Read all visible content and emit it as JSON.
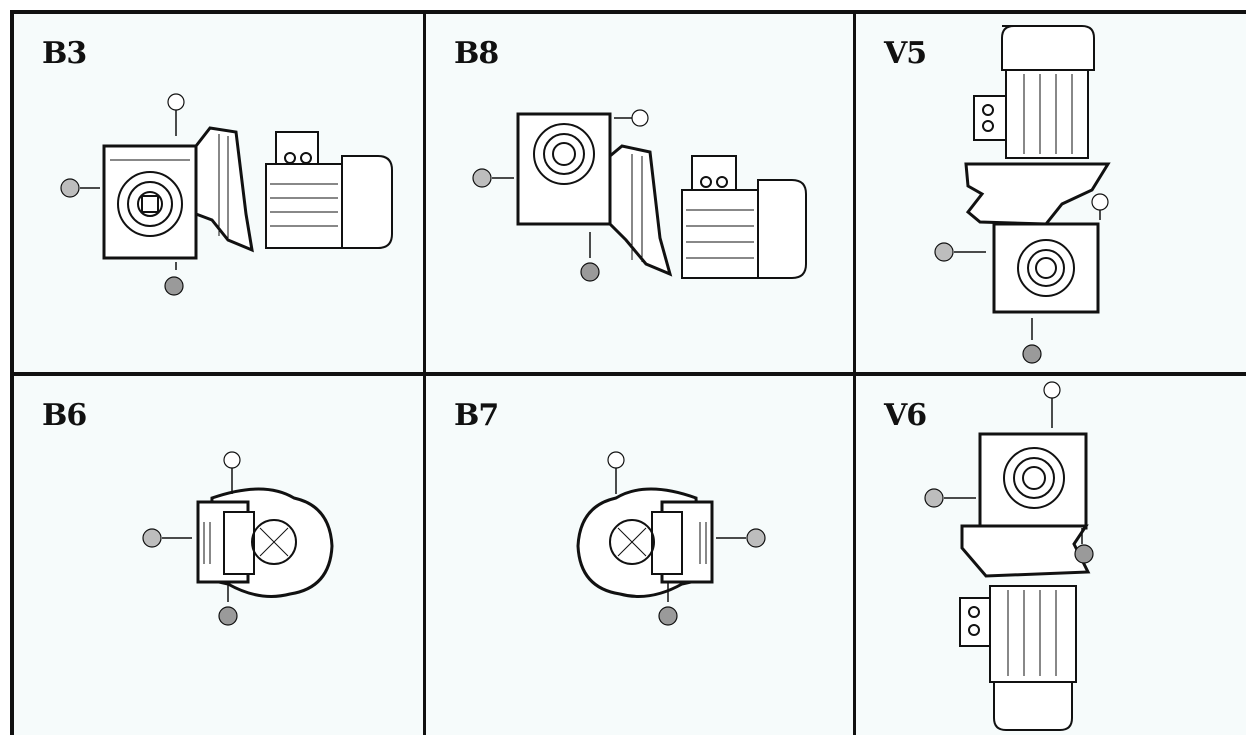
{
  "panels": [
    {
      "id": "B3",
      "label": "B3"
    },
    {
      "id": "B8",
      "label": "B8"
    },
    {
      "id": "V5",
      "label": "V5"
    },
    {
      "id": "B6",
      "label": "B6"
    },
    {
      "id": "B7",
      "label": "B7"
    },
    {
      "id": "V6",
      "label": "V6"
    }
  ],
  "legend": {
    "vent_plug": "open-circle-plug",
    "level_plug": "half-filled-plug",
    "drain_plug": "hatched-filled-plug"
  },
  "colors": {
    "panel_bg": "#f6fbfb",
    "line": "#111111",
    "drain_fill": "#9a9a9a",
    "level_fill": "#bdbdbd"
  }
}
